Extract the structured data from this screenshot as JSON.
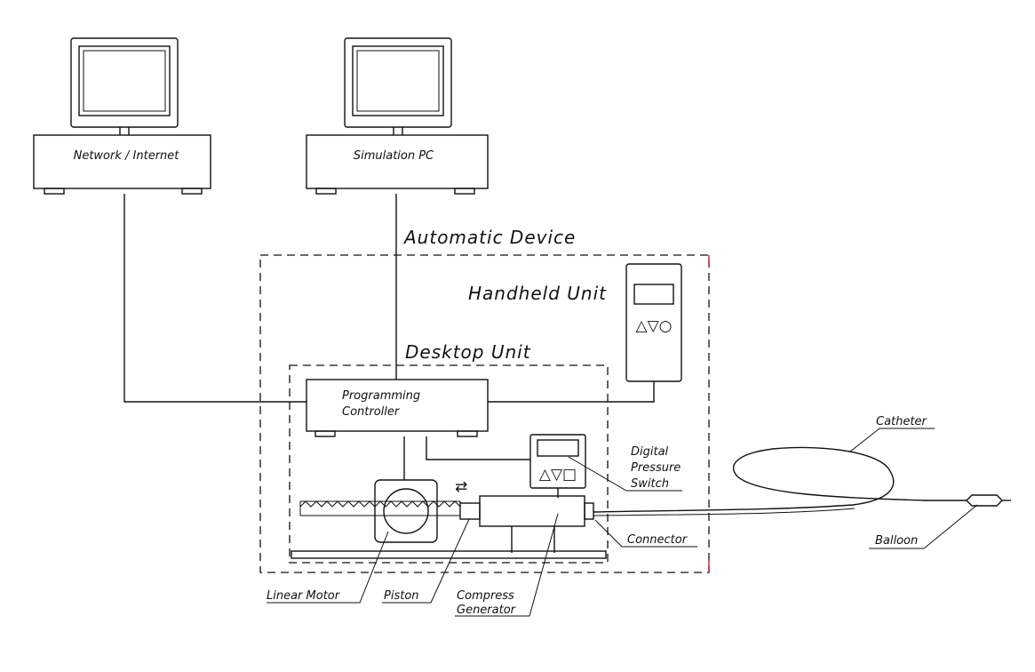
{
  "labels": {
    "network": "Network / Internet",
    "simulation": "Simulation PC",
    "automatic_device": "Automatic Device",
    "handheld_unit": "Handheld Unit",
    "desktop_unit": "Desktop Unit",
    "programming_l1": "Programming",
    "programming_l2": "Controller",
    "digital_l1": "Digital",
    "digital_l2": "Pressure",
    "digital_l3": "Switch",
    "catheter": "Catheter",
    "connector": "Connector",
    "balloon": "Balloon",
    "linear_motor": "Linear Motor",
    "piston": "Piston",
    "compress_l1": "Compress",
    "compress_l2": "Generator"
  },
  "symbols": {
    "handheld_buttons": "△▽○",
    "switch_buttons": "△▽□",
    "direction_arrows": "⇄"
  }
}
